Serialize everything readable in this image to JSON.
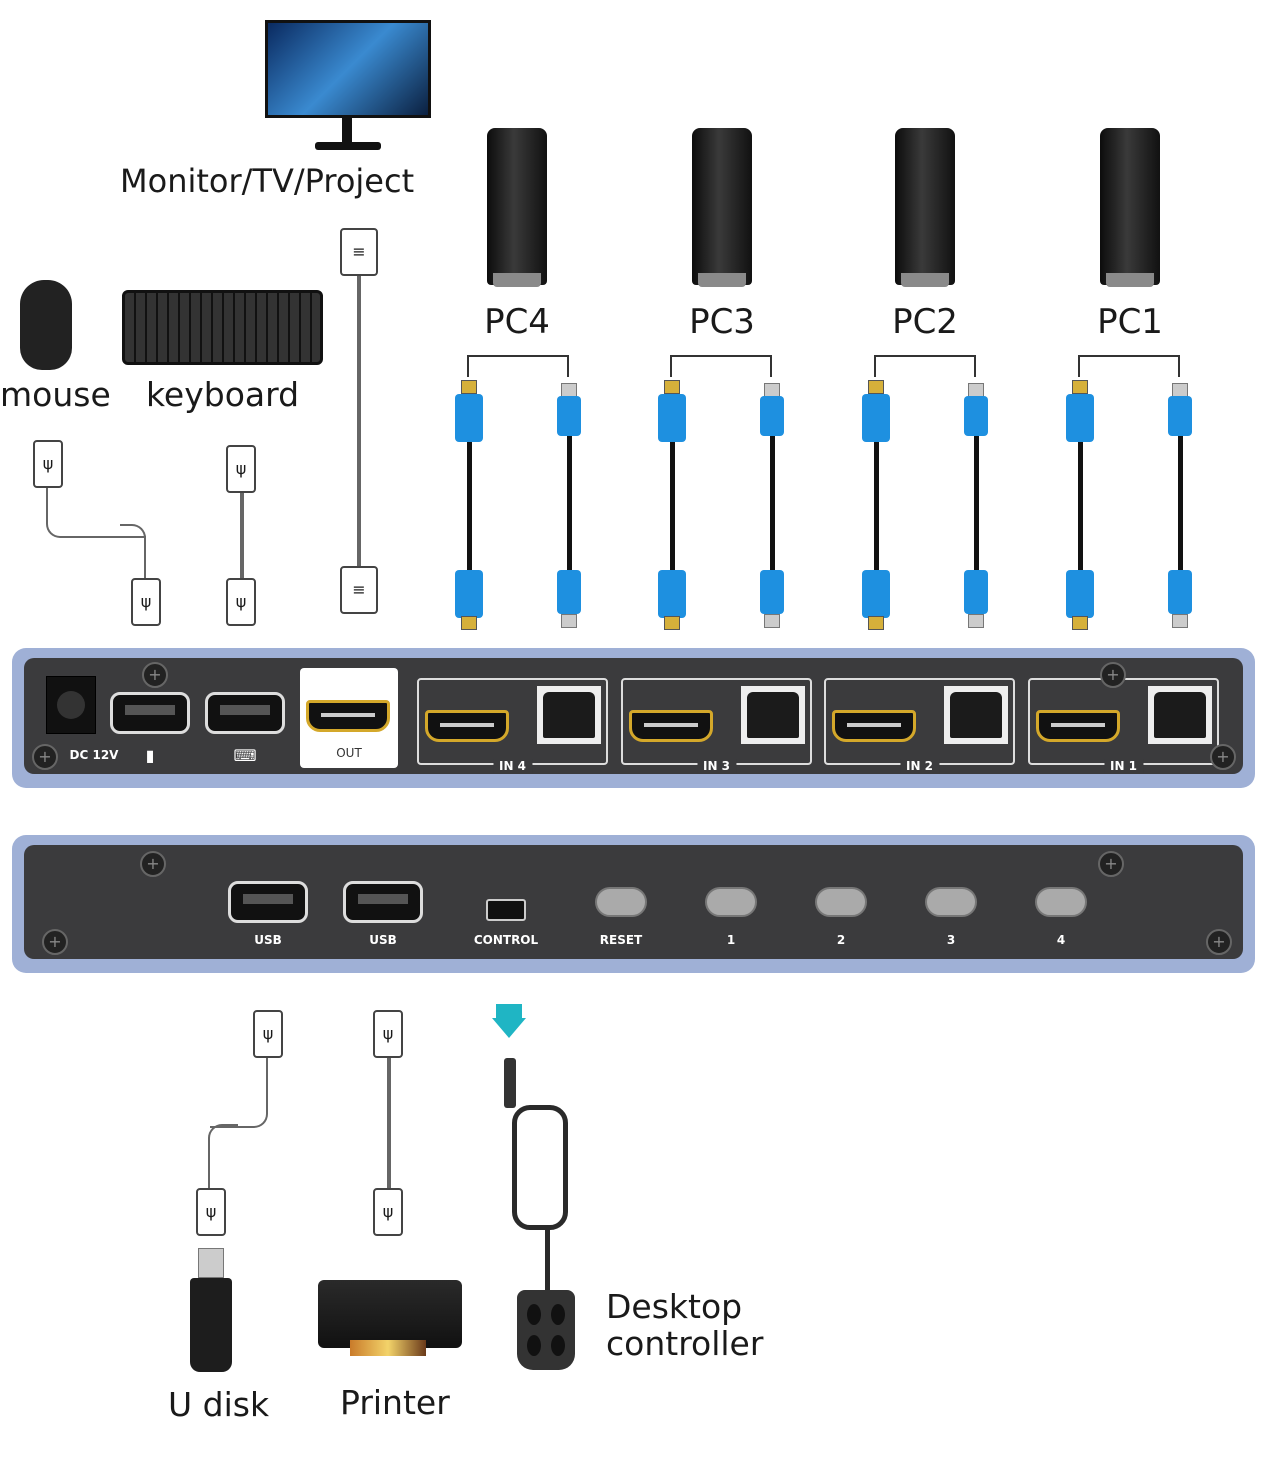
{
  "labels": {
    "monitor": "Monitor/TV/Project",
    "mouse": "mouse",
    "keyboard": "keyboard",
    "pc4": "PC4",
    "pc3": "PC3",
    "pc2": "PC2",
    "pc1": "PC1",
    "udisk": "U disk",
    "printer": "Printer",
    "controller_line1": "Desktop",
    "controller_line2": "controller"
  },
  "front_panel": {
    "dc": "DC 12V",
    "out": "OUT",
    "in4": "IN 4",
    "in3": "IN 3",
    "in2": "IN 2",
    "in1": "IN 1"
  },
  "back_panel": {
    "usb1": "USB",
    "usb2": "USB",
    "control": "CONTROL",
    "reset": "RESET",
    "b1": "1",
    "b2": "2",
    "b3": "3",
    "b4": "4"
  },
  "colors": {
    "cable_blue": "#1e90e0",
    "hdmi_gold": "#d4a82a",
    "panel": "#3b3b3d",
    "arrow": "#1fb5c4"
  }
}
